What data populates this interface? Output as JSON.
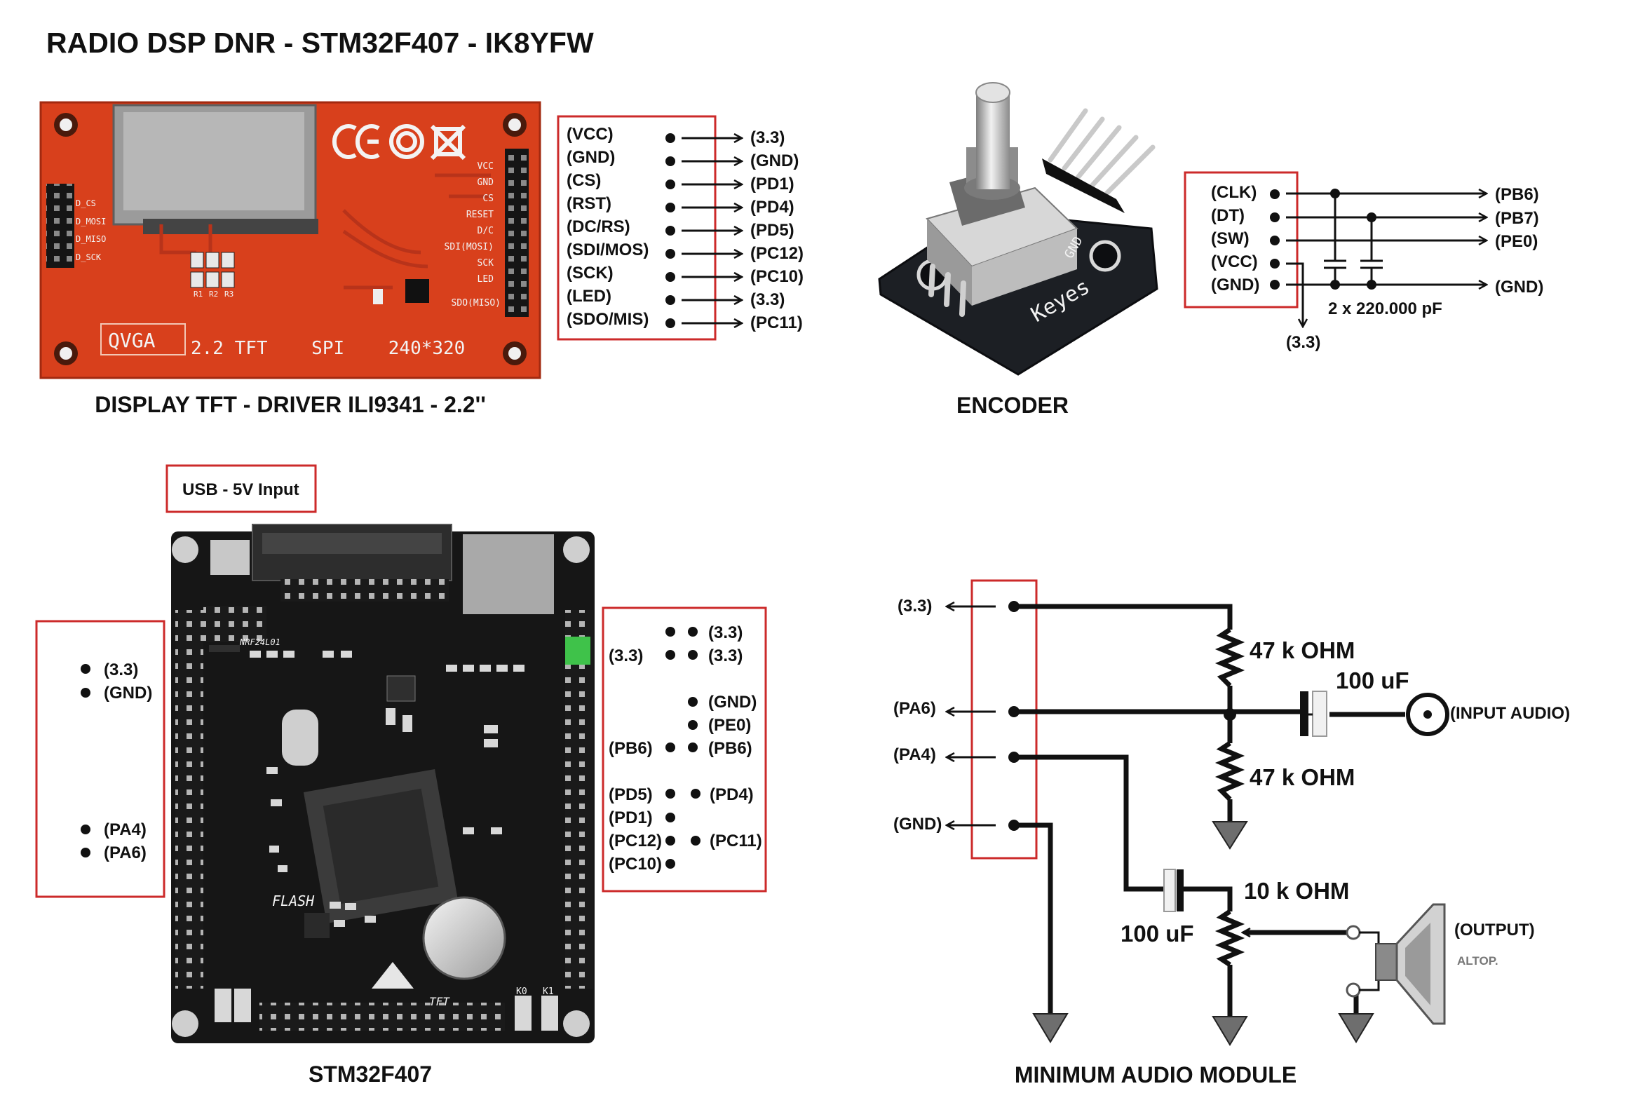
{
  "title": "RADIO DSP DNR - STM32F407 - IK8YFW",
  "display": {
    "caption": "DISPLAY TFT - DRIVER ILI9341 - 2.2''",
    "board_text": {
      "qvga": "QVGA",
      "spec": "2.2 TFT    SPI    240*320",
      "pins": [
        "VCC",
        "GND",
        "CS",
        "RESET",
        "D/C",
        "SDI(MOSI)",
        "SCK",
        "LED",
        "SDO(MISO)"
      ],
      "left_pins": [
        "D_CS",
        "D_MOSI",
        "D_MISO",
        "D_SCK"
      ],
      "resistors": [
        "R1",
        "R2",
        "R3"
      ]
    },
    "pins": [
      {
        "name": "(VCC)",
        "to": "(3.3)"
      },
      {
        "name": "(GND)",
        "to": "(GND)"
      },
      {
        "name": "(CS)",
        "to": "(PD1)"
      },
      {
        "name": "(RST)",
        "to": "(PD4)"
      },
      {
        "name": "(DC/RS)",
        "to": "(PD5)"
      },
      {
        "name": "(SDI/MOS)",
        "to": "(PC12)"
      },
      {
        "name": "(SCK)",
        "to": "(PC10)"
      },
      {
        "name": "(LED)",
        "to": "(3.3)"
      },
      {
        "name": "(SDO/MIS)",
        "to": "(PC11)"
      }
    ]
  },
  "encoder": {
    "caption": "ENCODER",
    "board_text": {
      "brand": "Keyes",
      "gnd": "GND"
    },
    "pins": [
      {
        "name": "(CLK)",
        "to": "(PB6)"
      },
      {
        "name": "(DT)",
        "to": "(PB7)"
      },
      {
        "name": "(SW)",
        "to": "(PE0)"
      },
      {
        "name": "(VCC)",
        "to": "(3.3)"
      },
      {
        "name": "(GND)",
        "to": "(GND)"
      }
    ],
    "cap_note": "2 x 220.000 pF"
  },
  "stm32": {
    "caption": "STM32F407",
    "usb_label": "USB - 5V Input",
    "board_text": {
      "flash": "FLASH",
      "tft": "TFT",
      "nrf": "NRF24L01",
      "keys": [
        "K0",
        "K1"
      ]
    },
    "left_box": [
      "(3.3)",
      "(GND)",
      "(PA4)",
      "(PA6)"
    ],
    "right_box": {
      "r1": {
        "right": "(3.3)"
      },
      "r2": {
        "left": "(3.3)",
        "right": "(3.3)"
      },
      "r3": {
        "right": "(GND)"
      },
      "r4": {
        "right": "(PE0)"
      },
      "r5": {
        "left": "(PB6)",
        "right": "(PB6)"
      },
      "r6": {
        "left": "(PD5)",
        "right": "(PD4)"
      },
      "r7": {
        "left": "(PD1)"
      },
      "r8": {
        "left": "(PC12)",
        "right": "(PC11)"
      },
      "r9": {
        "left": "(PC10)"
      }
    }
  },
  "audio": {
    "caption": "MINIMUM AUDIO MODULE",
    "inputs": [
      "(3.3)",
      "(PA6)",
      "(PA4)",
      "(GND)"
    ],
    "r1": "47 k OHM",
    "r2": "47 k OHM",
    "c1": "100 uF",
    "input": "(INPUT AUDIO)",
    "pot": "10 k OHM",
    "c2": "100 uF",
    "output": "(OUTPUT)",
    "speaker": "ALTOP."
  },
  "colors": {
    "box": "#cc2a2a",
    "tft_board": "#d8401c",
    "pcb": "#161616",
    "encoder_pcb": "#1c1f24",
    "green_jumper": "#3fc24a"
  }
}
